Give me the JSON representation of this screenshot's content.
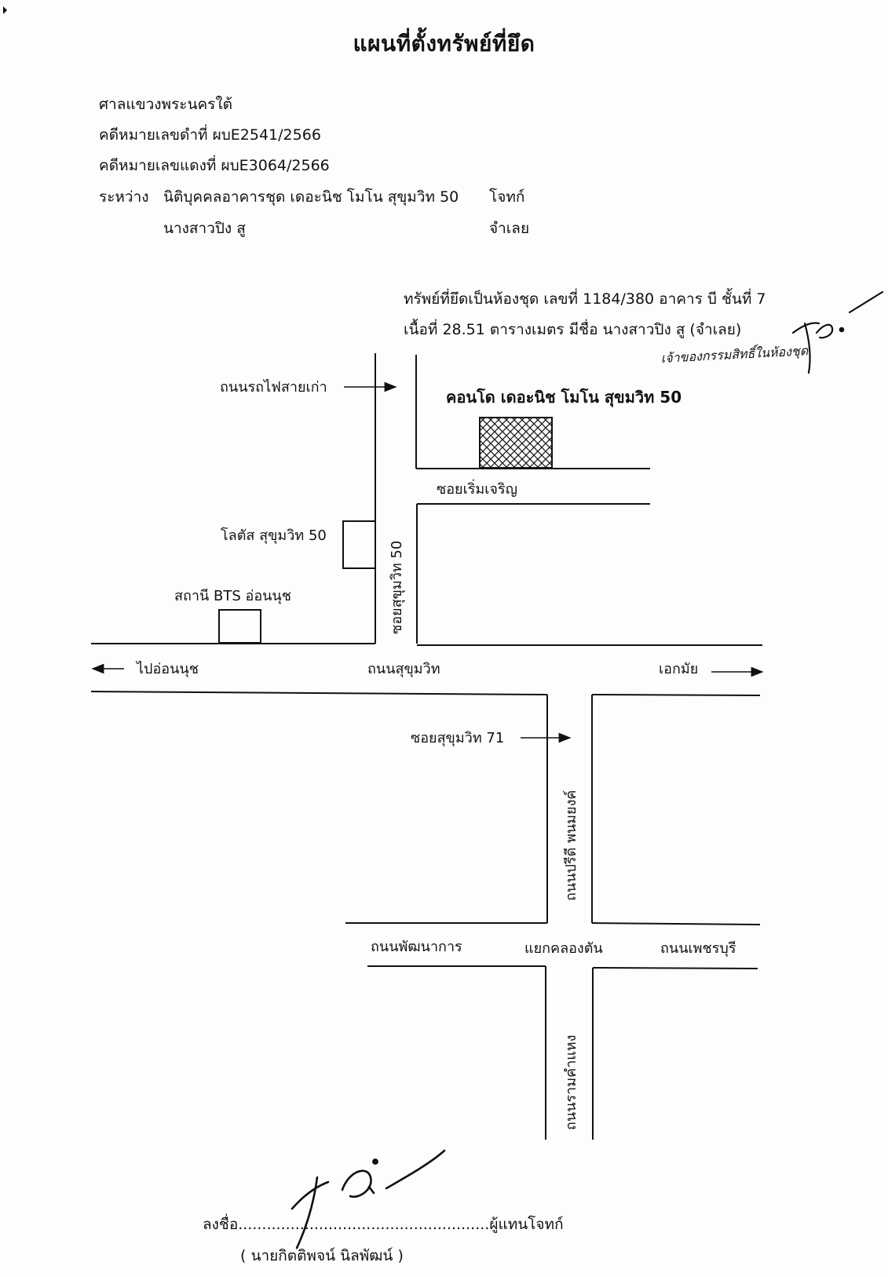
{
  "document": {
    "title": "แผนที่ตั้งทรัพย์ที่ยึด",
    "court": "ศาลแขวงพระนครใต้",
    "black_case": "คดีหมายเลขดำที่ ผบE2541/2566",
    "red_case": "คดีหมายเลขแดงที่ ผบE3064/2566",
    "between_label": "ระหว่าง",
    "plaintiff_name": "นิติบุคคลอาคารชุด เดอะนิช โมโน สุขุมวิท 50",
    "plaintiff_role": "โจทก์",
    "defendant_name": "นางสาวปิง สู",
    "defendant_role": "จำเลย"
  },
  "property": {
    "line1": "ทรัพย์ที่ยึดเป็นห้องชุด เลขที่ 1184/380 อาคาร บี ชั้นที่ 7",
    "line2": "เนื้อที่ 28.51 ตารางเมตร  มีชื่อ นางสาวปิง สู (จำเลย)",
    "handwritten_note": "เจ้าของกรรมสิทธิ์ในห้องชุด"
  },
  "map": {
    "old_railway_road": "ถนนรถไฟสายเก่า",
    "condo_name": "คอนโด เดอะนิช โมโน สุขมวิท 50",
    "soi_roem_charoen": "ซอยเริ่มเจริญ",
    "lotus": "โลตัส สุขุมวิท 50",
    "bts_station": "สถานี BTS อ่อนนุช",
    "soi_sukhumvit_50": "ซอยสุขุมวิท 50",
    "to_on_nut": "ไปอ่อนนุช",
    "sukhumvit_road": "ถนนสุขุมวิท",
    "ekkamai": "เอกมัย",
    "soi_sukhumvit_71": "ซอยสุขุมวิท 71",
    "pridi_road": "ถนนปรีดี พนมยงค์",
    "phatthanakan_road": "ถนนพัฒนาการ",
    "khlong_tan_junction": "แยกคลองตัน",
    "phetchaburi_road": "ถนนเพชรบุรี",
    "ramkhamhaeng_road": "ถนนรามคำแหง"
  },
  "signature": {
    "line": "ลงชื่อ.....................................................ผู้แทนโจทก์",
    "name": "( นายกิตติพจน์ นิลพัฒน์ )"
  }
}
